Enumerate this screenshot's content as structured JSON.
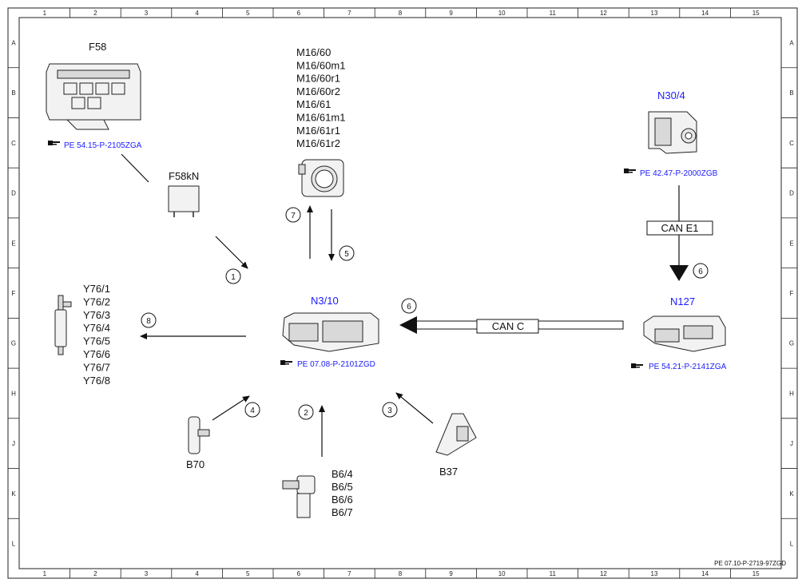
{
  "frame": {
    "columns": [
      "1",
      "2",
      "3",
      "4",
      "5",
      "6",
      "7",
      "8",
      "9",
      "10",
      "11",
      "12",
      "13",
      "14",
      "15"
    ],
    "rows": [
      "A",
      "B",
      "C",
      "D",
      "E",
      "F",
      "G",
      "H",
      "J",
      "K",
      "L"
    ],
    "doc_ref": "PE 07.10-P-2719-97ZGD"
  },
  "components": {
    "f58": {
      "label": "F58",
      "ref": "PE 54.15-P-2105ZGA"
    },
    "f58kn": {
      "label": "F58kN"
    },
    "m16": {
      "labels": [
        "M16/60",
        "M16/60m1",
        "M16/60r1",
        "M16/60r2",
        "M16/61",
        "M16/61m1",
        "M16/61r1",
        "M16/61r2"
      ]
    },
    "n30_4": {
      "label": "N30/4",
      "ref": "PE 42.47-P-2000ZGB"
    },
    "n3_10": {
      "label": "N3/10",
      "ref": "PE 07.08-P-2101ZGD"
    },
    "n127": {
      "label": "N127",
      "ref": "PE 54.21-P-2141ZGA"
    },
    "y76": {
      "labels": [
        "Y76/1",
        "Y76/2",
        "Y76/3",
        "Y76/4",
        "Y76/5",
        "Y76/6",
        "Y76/7",
        "Y76/8"
      ]
    },
    "b70": {
      "label": "B70"
    },
    "b6": {
      "labels": [
        "B6/4",
        "B6/5",
        "B6/6",
        "B6/7"
      ]
    },
    "b37": {
      "label": "B37"
    }
  },
  "buses": {
    "can_e1": "CAN E1",
    "can_c": "CAN C"
  },
  "signals": [
    "1",
    "2",
    "3",
    "4",
    "5",
    "6",
    "6",
    "7",
    "8"
  ],
  "icons": {
    "reference": "pointing-hand-icon"
  }
}
